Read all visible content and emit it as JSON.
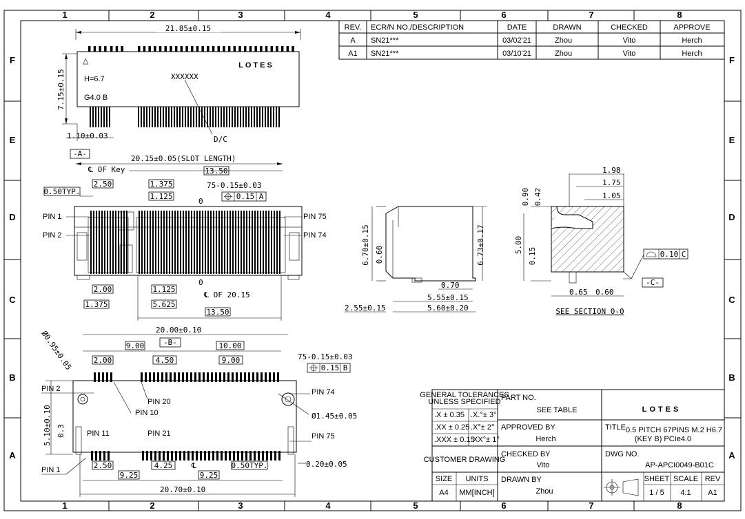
{
  "zones": {
    "columns": [
      "1",
      "2",
      "3",
      "4",
      "5",
      "6",
      "7",
      "8"
    ],
    "rows": [
      "F",
      "E",
      "D",
      "C",
      "B",
      "A"
    ]
  },
  "revisions": {
    "headers": [
      "REV.",
      "ECR/N NO./DESCRIPTION",
      "DATE",
      "DRAWN",
      "CHECKED",
      "APPROVE"
    ],
    "rows": [
      [
        "A",
        "SN21***",
        "03/02'21",
        "Zhou",
        "Vito",
        "Herch"
      ],
      [
        "A1",
        "SN21***",
        "03/10'21",
        "Zhou",
        "Vito",
        "Herch"
      ]
    ]
  },
  "top_view": {
    "width_dim": "21.85±0.15",
    "height_dim": "7.15±0.15",
    "offset_dim": "1.10±0.03",
    "marking_h": "H=6.7",
    "marking_g": "G4.0 B",
    "marking_code": "XXXXXX",
    "logo": "LOTES",
    "dc_label": "D/C",
    "triangle": "△"
  },
  "front_view": {
    "datum_a": "-A-",
    "slot_length": "20.15±0.05(SLOT LENGTH)",
    "cl_key": "℄ OF Key",
    "d13_50": "13.50",
    "d0_50typ": "0.50TYP.",
    "d2_50": "2.50",
    "d1_375": "1.375",
    "d1_125": "1.125",
    "d75": "75-0.15±0.03",
    "zero": "0",
    "tol": "0.15",
    "tol_ref": "A",
    "pin1": "PIN  1",
    "pin2": "PIN  2",
    "pin75": "PIN  75",
    "pin74": "PIN  74",
    "b2_00": "2.00",
    "b1_125": "1.125",
    "b1_375": "1.375",
    "b5_625": "5.625",
    "b_cl": "℄  OF 20.15",
    "b13_50": "13.50"
  },
  "side_view": {
    "h1": "6.70±0.15",
    "h2": "6.73±0.17",
    "h3": "0.60",
    "w1": "0.70",
    "w2": "5.55±0.15",
    "w3": "5.60±0.20",
    "w4": "2.55±0.15"
  },
  "section_view": {
    "d1_98": "1.98",
    "d1_75": "1.75",
    "d1_05": "1.05",
    "d0_90": "0.90",
    "d0_42": "0.42",
    "d5_00": "5.00",
    "d0_15": "0.15",
    "d0_65": "0.65",
    "d0_60": "0.60",
    "flatness": "0.10",
    "flat_ref": "C",
    "datum_c": "-C-",
    "title": "SEE SECTION  0-0"
  },
  "bottom_view": {
    "dia_095": "Ø0.95±0.05",
    "w20": "20.00±0.10",
    "datum_b": "-B-",
    "d9_00a": "9.00",
    "d10_00": "10.00",
    "d75": "75-0.15±0.03",
    "d2_00": "2.00",
    "d4_50": "4.50",
    "d9_00b": "9.00",
    "tol": "0.15",
    "tol_ref": "B",
    "pin2": "PIN  2",
    "pin20": "PIN  20",
    "pin10": "PIN  10",
    "pin74": "PIN  74",
    "dia_145": "Ø1.45±0.05",
    "h5_10": "5.10±0.10",
    "d0_3": "0.3",
    "pin11": "PIN  11",
    "pin21": "PIN  21",
    "pin75": "PIN  75",
    "pin1": "PIN  1",
    "b2_50": "2.50",
    "b4_25": "4.25",
    "b_cl": "℄",
    "b0_50typ": "0.50TYP.",
    "b0_20": "0.20±0.05",
    "b9_25a": "9.25",
    "b9_25b": "9.25",
    "w20_70": "20.70±0.10"
  },
  "title_block": {
    "tolerances": "GENERAL TOLERANCES",
    "unless": "UNLESS  SPECIFIED",
    "tol_x": ".X ±   0.35",
    "tol_xa": ".X.°±  3°",
    "tol_xx": ".XX ±   0.25",
    "tol_xxa": ".X°±  2°",
    "tol_xxx": ".XXX ± 0.15",
    "tol_xxxa": ".XX°± 1°",
    "customer_drawing": "CUSTOMER DRAWING",
    "size_label": "SIZE",
    "units_label": "UNITS",
    "size": "A4",
    "units": "MM[INCH]",
    "part_no_label": "PART NO.",
    "part_no": "SEE TABLE",
    "approved_by_label": "APPROVED BY",
    "approved_by": "Herch",
    "checked_by_label": "CHECKED BY",
    "checked_by": "Vito",
    "drawn_by_label": "DRAWN BY",
    "drawn_by": "Zhou",
    "logo": "LOTES",
    "title_label": "TITLE",
    "title_line1": "0.5 PITCH 67PINS M.2 H6.7",
    "title_line2": "(KEY B) PCIe4.0",
    "dwg_no_label": "DWG NO.",
    "dwg_no": "AP-APCI0049-B01C",
    "sheet_label": "SHEET",
    "scale_label": "SCALE",
    "rev_label": "REV",
    "sheet": "1 / 5",
    "scale": "4:1",
    "rev": "A1"
  }
}
